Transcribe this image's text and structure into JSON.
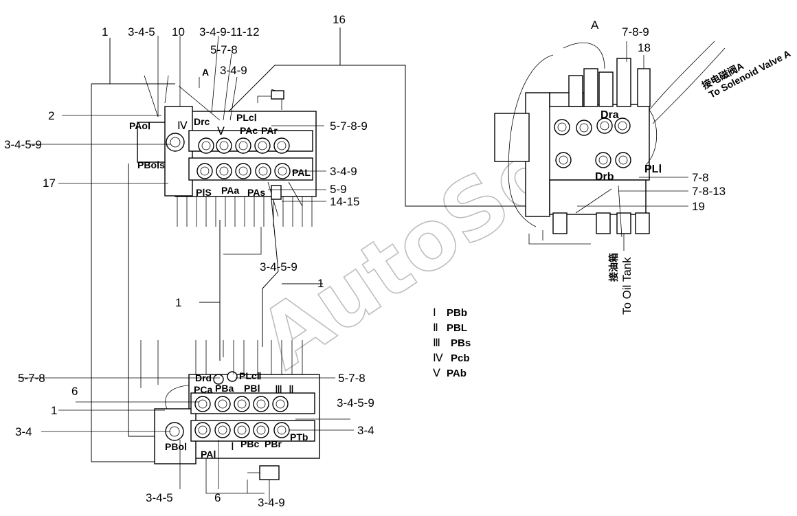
{
  "watermark": "AutoSoft",
  "callouts": {
    "c1": "1",
    "c345": "3-4-5",
    "c10": "10",
    "c3491112": "3-4-9-11-12",
    "c16": "16",
    "c578_top": "5-7-8",
    "cA_small": "A",
    "c349_top": "3-4-9",
    "c2": "2",
    "c3459_left": "3-4-5-9",
    "c17": "17",
    "c5789": "5-7-8-9",
    "c349_right": "3-4-9",
    "c59": "5-9",
    "c1415": "14-15",
    "c3459_mid": "3-4-5-9",
    "c1_mid": "1",
    "c1_mid2": "1",
    "c578_lowleft": "5-7-8",
    "c578_lowright": "5-7-8",
    "c6_left": "6",
    "c1_low": "1",
    "c3459_low": "3-4-5-9",
    "c34_left": "3-4",
    "c34_right": "3-4",
    "c345_bottom": "3-4-5",
    "c6_bottom": "6",
    "c349_bottom": "3-4-9",
    "cA_big": "A",
    "c789": "7-8-9",
    "c18": "18",
    "c78": "7-8",
    "c7813": "7-8-13",
    "c19": "19"
  },
  "ports": {
    "PAoI": "PAoⅠ",
    "PBoIs": "PBoⅠs",
    "IV_top": "Ⅳ",
    "Drc": "Drc",
    "V_top": "Ⅴ",
    "PLcI": "PLcⅠ",
    "PAc": "PAc",
    "PAr": "PAr",
    "PAL": "PAL",
    "PIS": "PⅠS",
    "PAa": "PAa",
    "PAs": "PAs",
    "Drd": "Drd",
    "PLcII": "PLcⅡ",
    "PCa": "PCa",
    "PBa": "PBa",
    "PBI": "PBⅠ",
    "III": "Ⅲ",
    "II": "Ⅱ",
    "PBoI": "PBoⅠ",
    "PAI": "PAⅠ",
    "I_low": "Ⅰ",
    "PBc": "PBc",
    "PBr": "PBr",
    "PTb": "PTb",
    "Dra": "Dra",
    "Drb": "Drb",
    "PLI": "PLⅠ"
  },
  "annotations": {
    "solenoid_cn": "接电磁阀A",
    "solenoid_en": "To Solenoid Valve A",
    "tank_cn": "接油箱",
    "tank_en": "To Oil Tank"
  },
  "legend": [
    {
      "numeral": "Ⅰ",
      "label": "PBb"
    },
    {
      "numeral": "Ⅱ",
      "label": "PBL"
    },
    {
      "numeral": "Ⅲ",
      "label": "PBs"
    },
    {
      "numeral": "Ⅳ",
      "label": "Pcb"
    },
    {
      "numeral": "Ⅴ",
      "label": "PAb"
    }
  ]
}
